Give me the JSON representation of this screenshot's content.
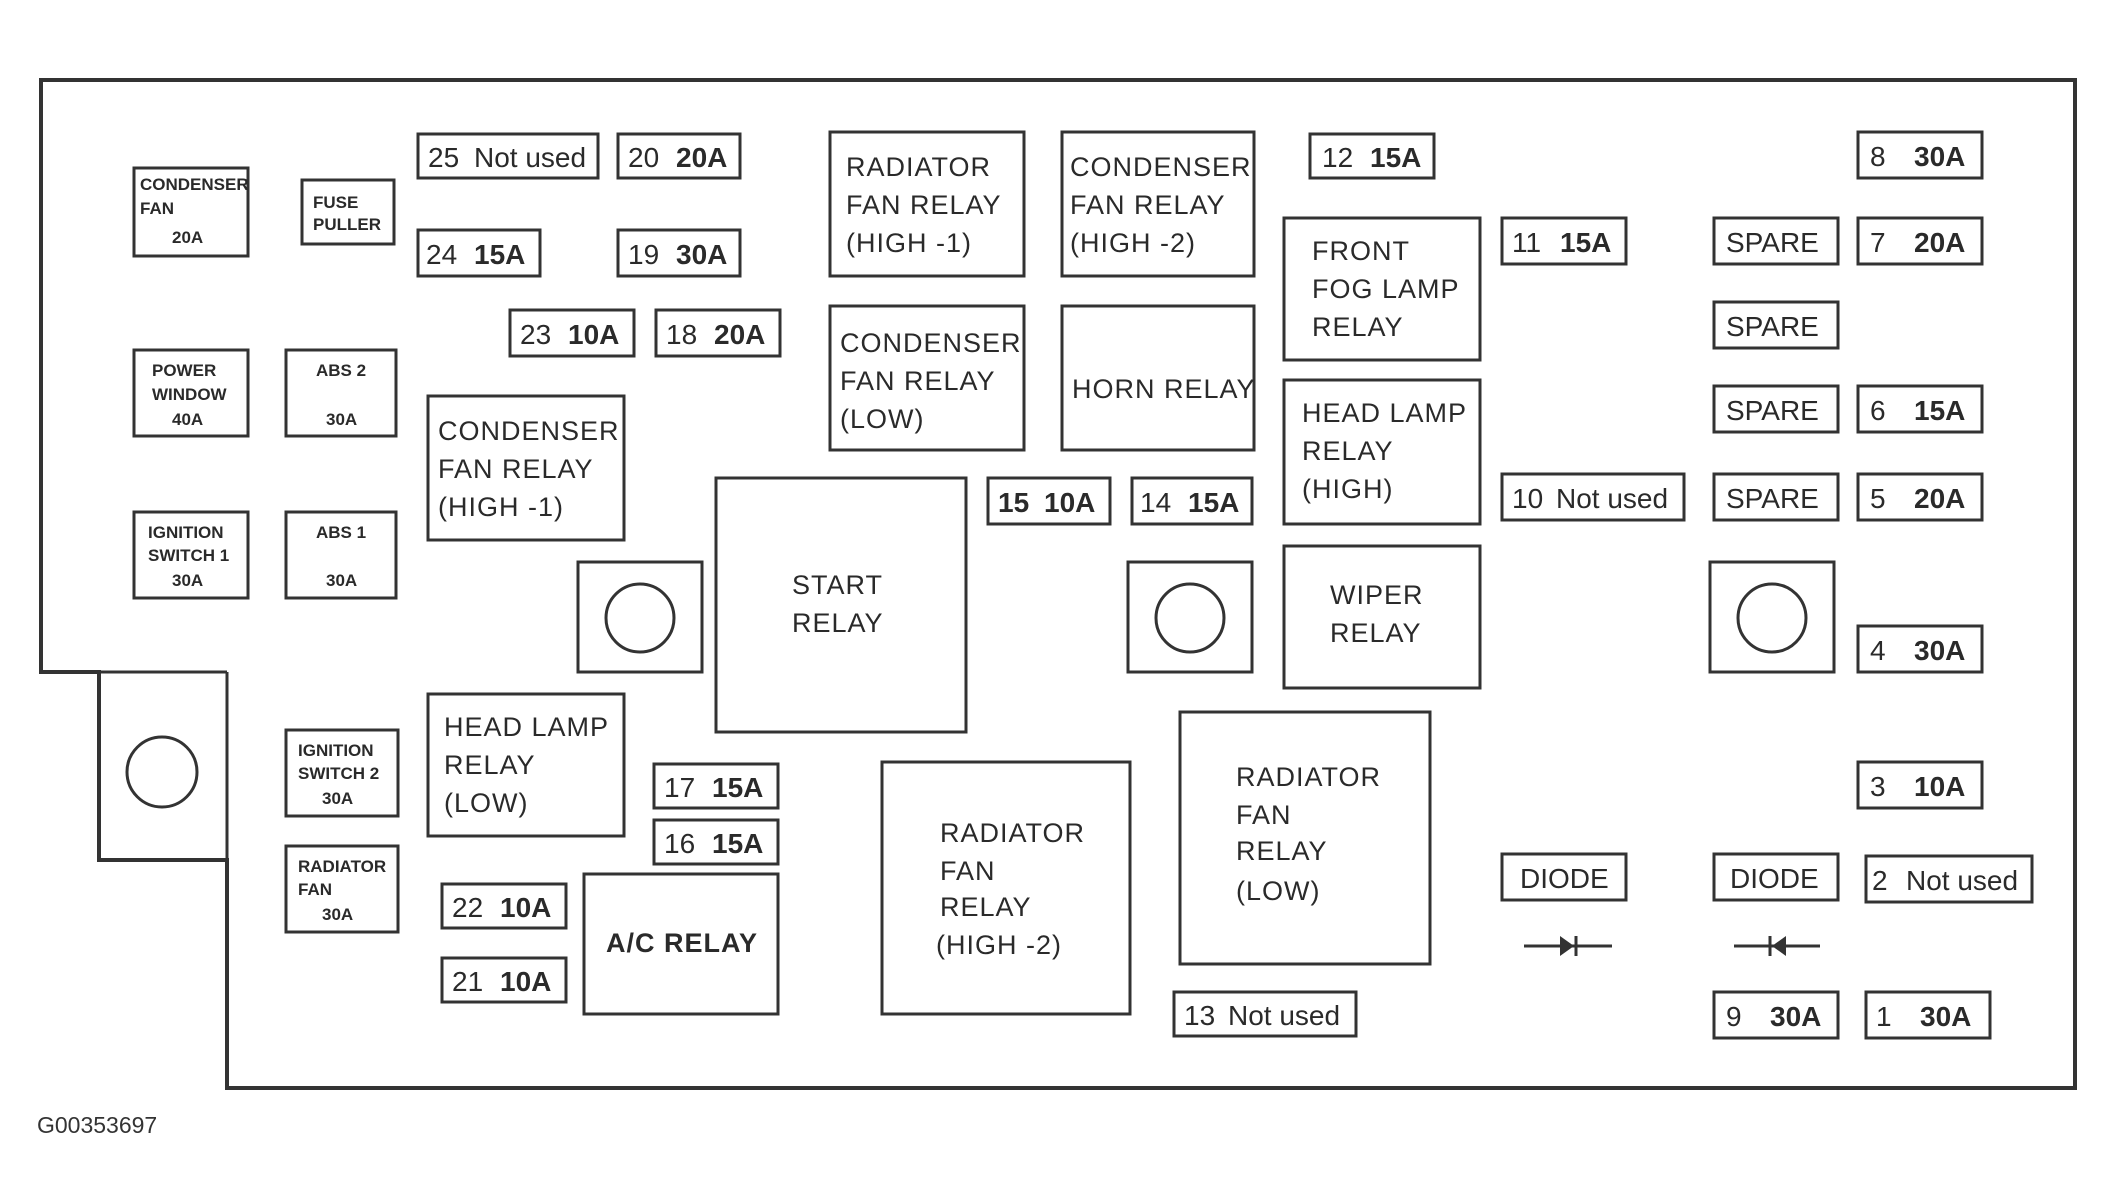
{
  "figure_id": "G00353697",
  "left_fuses": {
    "condenser_fan": [
      "CONDENSER",
      "FAN",
      "20A"
    ],
    "fuse_puller": [
      "FUSE",
      "PULLER"
    ],
    "power_window": [
      "POWER",
      "WINDOW",
      "40A"
    ],
    "abs2": [
      "ABS 2",
      "30A"
    ],
    "ignition_switch_1": [
      "IGNITION",
      "SWITCH 1",
      "30A"
    ],
    "abs1": [
      "ABS 1",
      "30A"
    ],
    "ignition_switch_2": [
      "IGNITION",
      "SWITCH 2",
      "30A"
    ],
    "radiator_fan": [
      "RADIATOR",
      "FAN",
      "30A"
    ]
  },
  "fuses": {
    "f25": {
      "num": "25",
      "val": "Not used"
    },
    "f20": {
      "num": "20",
      "val": "20A"
    },
    "f24": {
      "num": "24",
      "val": "15A"
    },
    "f19": {
      "num": "19",
      "val": "30A"
    },
    "f23": {
      "num": "23",
      "val": "10A"
    },
    "f18": {
      "num": "18",
      "val": "20A"
    },
    "f17": {
      "num": "17",
      "val": "15A"
    },
    "f16": {
      "num": "16",
      "val": "15A"
    },
    "f22": {
      "num": "22",
      "val": "10A"
    },
    "f21": {
      "num": "21",
      "val": "10A"
    },
    "f15": {
      "num": "15",
      "val": "10A"
    },
    "f14": {
      "num": "14",
      "val": "15A"
    },
    "f13": {
      "num": "13",
      "val": "Not used"
    },
    "f12": {
      "num": "12",
      "val": "15A"
    },
    "f11": {
      "num": "11",
      "val": "15A"
    },
    "f10": {
      "num": "10",
      "val": "Not used"
    },
    "f8": {
      "num": "8",
      "val": "30A"
    },
    "f7": {
      "num": "7",
      "val": "20A"
    },
    "f6": {
      "num": "6",
      "val": "15A"
    },
    "f5": {
      "num": "5",
      "val": "20A"
    },
    "f4": {
      "num": "4",
      "val": "30A"
    },
    "f3": {
      "num": "3",
      "val": "10A"
    },
    "f2": {
      "num": "2",
      "val": "Not used"
    },
    "f9": {
      "num": "9",
      "val": "30A"
    },
    "f1": {
      "num": "1",
      "val": "30A"
    }
  },
  "spares": [
    "SPARE",
    "SPARE",
    "SPARE",
    "SPARE"
  ],
  "diodes": [
    "DIODE",
    "DIODE"
  ],
  "relays": {
    "radiator_fan_high1": [
      "RADIATOR",
      "FAN RELAY",
      "(HIGH -1)"
    ],
    "condenser_fan_high2": [
      "CONDENSER",
      "FAN RELAY",
      "(HIGH -2)"
    ],
    "condenser_fan_low": [
      "CONDENSER",
      "FAN RELAY",
      "(LOW)"
    ],
    "horn": [
      "HORN RELAY"
    ],
    "front_fog_lamp": [
      "FRONT",
      "FOG LAMP",
      "RELAY"
    ],
    "head_lamp_high": [
      "HEAD LAMP",
      "RELAY",
      "(HIGH)"
    ],
    "condenser_fan_high1": [
      "CONDENSER",
      "FAN RELAY",
      "(HIGH -1)"
    ],
    "start": [
      "START",
      "RELAY"
    ],
    "wiper": [
      "WIPER",
      "RELAY"
    ],
    "head_lamp_low": [
      "HEAD LAMP",
      "RELAY",
      "(LOW)"
    ],
    "ac": [
      "A/C RELAY"
    ],
    "radiator_fan_high2": [
      "RADIATOR",
      "FAN",
      "RELAY",
      "(HIGH -2)"
    ],
    "radiator_fan_low": [
      "RADIATOR",
      "FAN",
      "RELAY",
      "(LOW)"
    ]
  }
}
